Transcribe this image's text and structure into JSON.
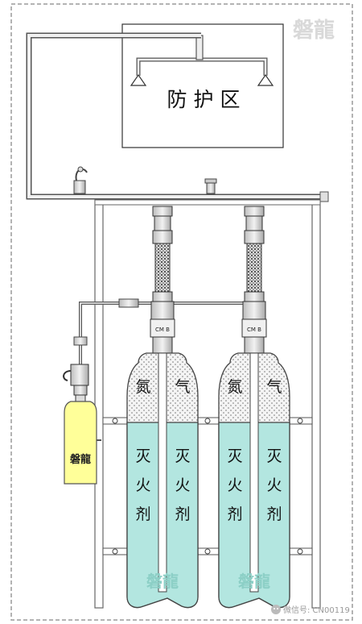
{
  "protected_zone": {
    "label": "防 护 区"
  },
  "watermark": "磐龍",
  "cylinders": [
    {
      "gas_label": [
        "氮",
        "气"
      ],
      "agent_label": [
        [
          "灭",
          "火",
          "剂"
        ],
        [
          "灭",
          "火",
          "剂"
        ]
      ],
      "watermark": "磐龍"
    },
    {
      "gas_label": [
        "氮",
        "气"
      ],
      "agent_label": [
        [
          "灭",
          "火",
          "剂"
        ],
        [
          "灭",
          "火",
          "剂"
        ]
      ],
      "watermark": "磐龍"
    }
  ],
  "pilot_cylinder": {
    "label": "磐龍"
  },
  "footer": {
    "credit": "微信号: CN00119"
  },
  "colors": {
    "agent_fill": "#b3e6e0",
    "pilot_fill": "#ffff99",
    "outline": "#555555",
    "pipe": "#888888",
    "border": "#9a9a9a"
  }
}
